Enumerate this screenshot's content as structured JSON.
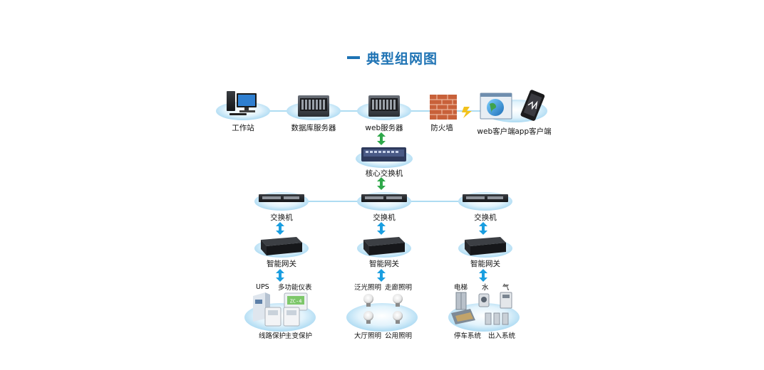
{
  "title": "典型组网图",
  "top_row": {
    "workstation": "工作站",
    "db_server": "数据库服务器",
    "web_server": "web服务器",
    "firewall": "防火墙",
    "web_client": "web客户端",
    "app_client": "app客户端"
  },
  "core_switch": "核心交换机",
  "switches": [
    "交换机",
    "交换机",
    "交换机"
  ],
  "gateways": [
    "智能网关",
    "智能网关",
    "智能网关"
  ],
  "left_devices": {
    "ups": "UPS",
    "meter": "多功能仪表",
    "line_protect": "线路保护",
    "transformer_protect": "主变保护"
  },
  "mid_devices": {
    "flood_light": "泛光照明",
    "corridor_light": "走廊照明",
    "hall_light": "大厅照明",
    "public_light": "公用照明"
  },
  "right_devices": {
    "elevator": "电梯",
    "water": "水",
    "gas": "气",
    "parking": "停车系统",
    "access": "出入系统"
  },
  "meter_display": "ZC-4",
  "colors": {
    "title": "#1e73b4",
    "ellipse": "#bfe3f7",
    "arrow_green": "#2ea84a",
    "arrow_blue": "#1a9ee0",
    "line": "#7ec6ea"
  }
}
